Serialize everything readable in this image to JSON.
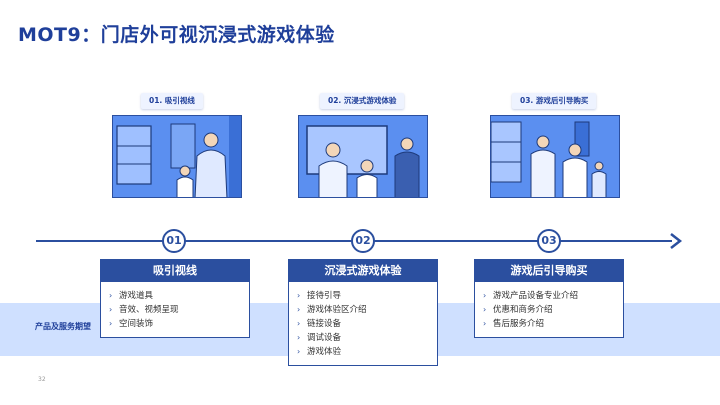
{
  "title": "MOT9：门店外可视沉浸式游戏体验",
  "band_label": "产品及服务期望",
  "page_number": "32",
  "colors": {
    "primary": "#2b4f9f",
    "band": "#cfe0ff",
    "illustration": "#4f86ea"
  },
  "timeline": {
    "arrow_icon": "arrow-right-icon"
  },
  "stages": [
    {
      "tag": "01. 吸引视线",
      "number": "01",
      "heading": "吸引视线",
      "items": [
        "游戏道具",
        "音效、视频呈现",
        "空间装饰"
      ]
    },
    {
      "tag": "02. 沉浸式游戏体验",
      "number": "02",
      "heading": "沉浸式游戏体验",
      "items": [
        "接待引导",
        "游戏体验区介绍",
        "链接设备",
        "调试设备",
        "游戏体验"
      ]
    },
    {
      "tag": "03. 游戏后引导购买",
      "number": "03",
      "heading": "游戏后引导购买",
      "items": [
        "游戏产品设备专业介绍",
        "优惠和商务介绍",
        "售后服务介绍"
      ]
    }
  ]
}
